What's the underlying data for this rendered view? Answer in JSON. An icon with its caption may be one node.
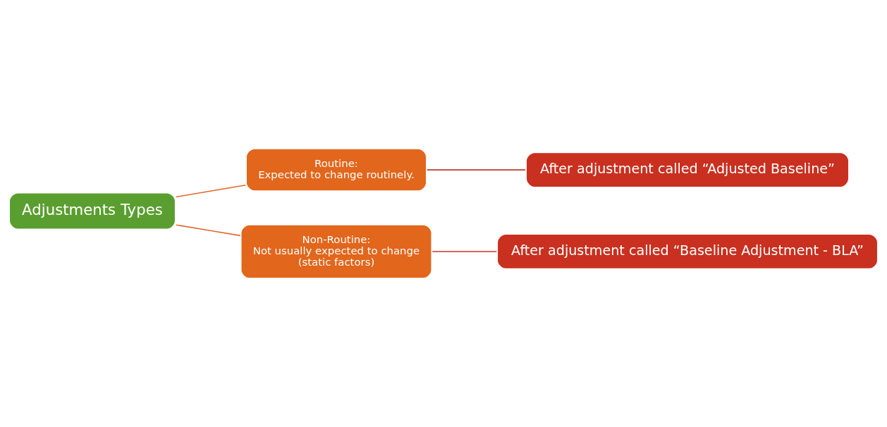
{
  "diagram": {
    "nodes": [
      {
        "text": [
          "Adjustments Types"
        ]
      },
      {
        "text": [
          "Routine:",
          "Expected to change routinely."
        ]
      },
      {
        "text": [
          "After adjustment called “Adjusted Baseline”"
        ]
      },
      {
        "text": [
          "Non-Routine:",
          "Not usually expected to change",
          "(static factors)"
        ]
      },
      {
        "text": [
          "After adjustment called “Baseline Adjustment - BLA”"
        ]
      }
    ],
    "edges": [
      {
        "from": 0,
        "to": 1,
        "arrow": "none",
        "color": "#e0672a"
      },
      {
        "from": 0,
        "to": 3,
        "arrow": "none",
        "color": "#e0672a"
      },
      {
        "from": 1,
        "to": 2,
        "arrow": "none",
        "color": "#c0392b"
      },
      {
        "from": 3,
        "to": 4,
        "arrow": "none",
        "color": "#c0392b"
      }
    ]
  }
}
